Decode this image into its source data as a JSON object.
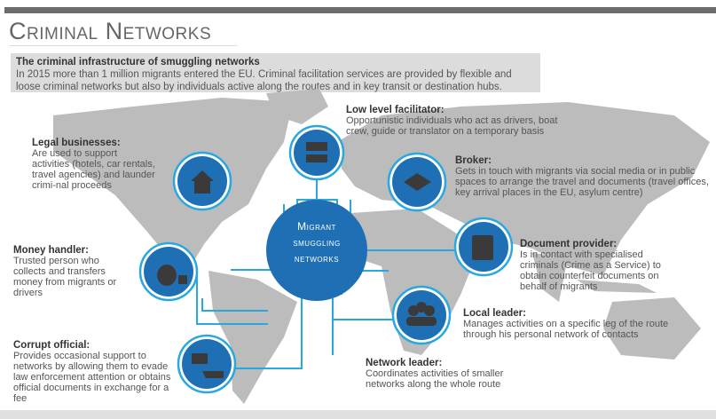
{
  "title": "Criminal Networks",
  "intro": {
    "heading": "The criminal infrastructure of smuggling networks",
    "text": "In 2015 more than 1 million migrants entered the EU. Criminal facilitation services are provided by flexible and loose  criminal networks but also by individuals active along the routes and in key transit or destination hubs."
  },
  "center": {
    "line1": "Migrant",
    "line2": "smuggling",
    "line3": "networks"
  },
  "roles": [
    {
      "title": "Low level facilitator:",
      "text": "Opportunistic individuals who act as drivers, boat crew, guide or translator on a temporary basis",
      "icon": "transport-icon"
    },
    {
      "title": "Legal businesses:",
      "text": "Are used to support activities (hotels, car rentals, travel agencies) and launder crimi-nal proceeds",
      "icon": "house-icon"
    },
    {
      "title": "Broker:",
      "text": "Gets in touch with migrants via social media or in public spaces to arrange the travel and documents (travel offices,  key arrival places in the EU, asylum centre)",
      "icon": "handshake-icon"
    },
    {
      "title": "Document provider:",
      "text": "Is in contact with specialised criminals (Crime as a Service) to obtain counterfeit documents on behalf of migrants",
      "icon": "passport-icon"
    },
    {
      "title": "Money handler:",
      "text": "Trusted person who collects and transfers money from migrants or drivers",
      "icon": "money-bag-icon"
    },
    {
      "title": "Local leader:",
      "text": "Manages activities on a specific leg of the route through his personal network of contacts",
      "icon": "people-icon"
    },
    {
      "title": "Corrupt official:",
      "text": "Provides occasional support to networks by allowing them to evade law enforcement attention or obtains official documents in exchange for a fee",
      "icon": "bribe-icon"
    },
    {
      "title": "Network leader:",
      "text": "Coordinates activities of smaller networks along the whole route"
    }
  ],
  "colors": {
    "blue": "#1f6fb5",
    "line": "#29a8e0",
    "map": "#b9b9b9"
  }
}
